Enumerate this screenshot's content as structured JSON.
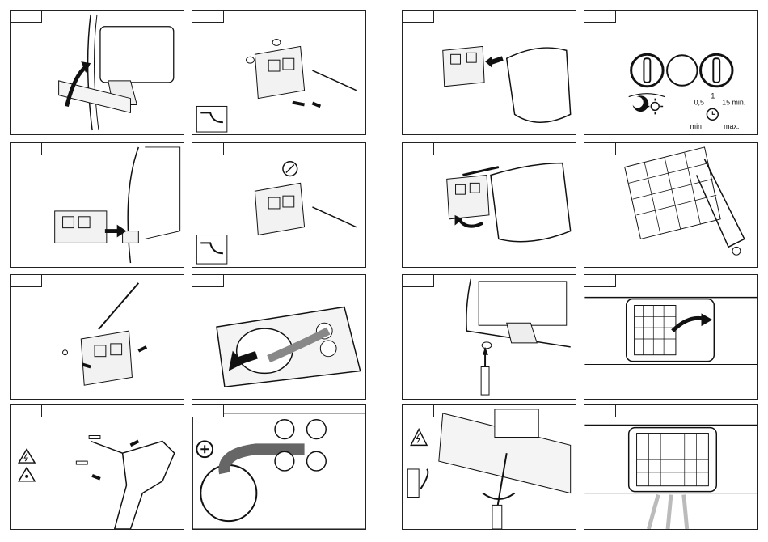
{
  "timer": {
    "labels": {
      "t1": "1",
      "t05": "0,5",
      "t15": "15 min.",
      "min": "min",
      "max": "max."
    }
  }
}
